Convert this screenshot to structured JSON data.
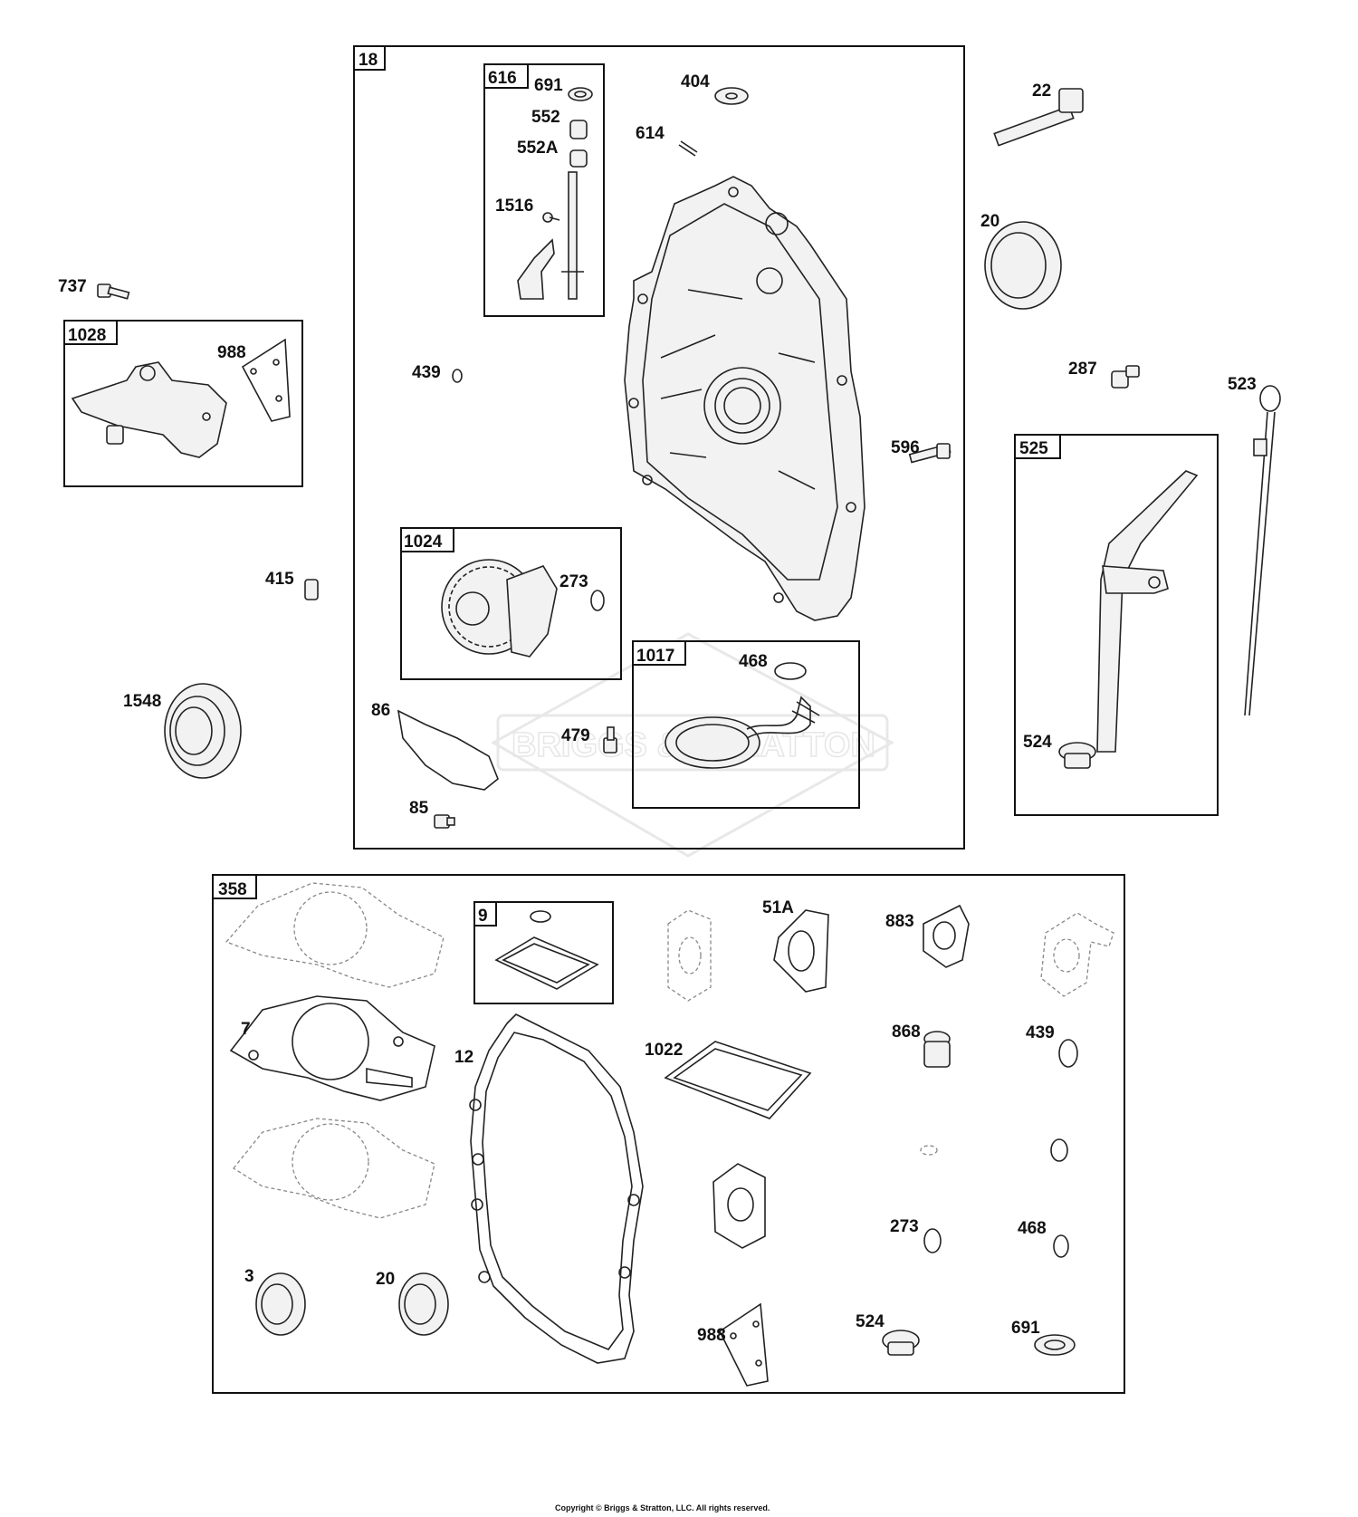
{
  "copyright": "Copyright © Briggs & Stratton, LLC. All rights reserved.",
  "watermark": "BRIGGS & STRATTON",
  "groups": {
    "g18": "18",
    "g616": "616",
    "g1028": "1028",
    "g1024": "1024",
    "g1017": "1017",
    "g525": "525",
    "g358": "358",
    "g9": "9"
  },
  "labels": {
    "p691a": "691",
    "p552": "552",
    "p552A": "552A",
    "p1516": "1516",
    "p404": "404",
    "p614": "614",
    "p22": "22",
    "p20a": "20",
    "p737": "737",
    "p988a": "988",
    "p439a": "439",
    "p287": "287",
    "p523": "523",
    "p596": "596",
    "p415": "415",
    "p273a": "273",
    "p468a": "468",
    "p1548": "1548",
    "p86": "86",
    "p479": "479",
    "p524a": "524",
    "p85": "85",
    "p51A": "51A",
    "p883": "883",
    "p7": "7",
    "p12": "12",
    "p1022": "1022",
    "p868": "868",
    "p439b": "439",
    "p273b": "273",
    "p468b": "468",
    "p3": "3",
    "p20b": "20",
    "p988b": "988",
    "p524b": "524",
    "p691b": "691"
  }
}
